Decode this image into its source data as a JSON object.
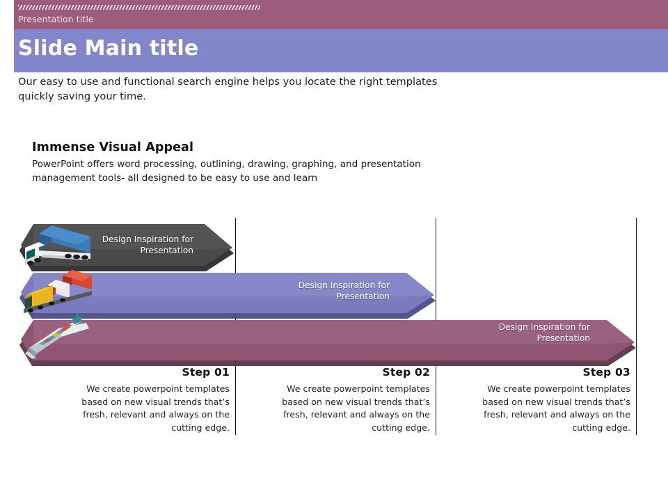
{
  "header": {
    "presentation_title": "Presentation title",
    "main_title": "Slide Main title",
    "bar_color": "#9d5c79",
    "title_bar_color": "#8286ca"
  },
  "intro": {
    "text": "Our easy to use and functional search engine helps you locate the right templates quickly saving your time."
  },
  "section": {
    "title": "Immense Visual Appeal",
    "description": "PowerPoint offers word processing, outlining, drawing, graphing, and presentation management tools- all designed to be easy to use and learn"
  },
  "arrows": [
    {
      "label": "Design Inspiration for Presentation",
      "label_line1": "Design Inspiration for",
      "label_line2": "Presentation",
      "color": "#4a4a4a",
      "shadow_color": "#2a2a2a",
      "vehicle": "truck-icon"
    },
    {
      "label": "Design Inspiration for Presentation",
      "label_line1": "Design Inspiration for",
      "label_line2": "Presentation",
      "color": "#7b7cc0",
      "shadow_color": "#4c4d86",
      "vehicle": "train-icon"
    },
    {
      "label": "Design Inspiration for Presentation",
      "label_line1": "Design Inspiration for",
      "label_line2": "Presentation",
      "color": "#8f5572",
      "shadow_color": "#5f3449",
      "vehicle": "ship-icon"
    }
  ],
  "steps": [
    {
      "title": "Step 01",
      "description": "We create powerpoint templates based on new visual trends that’s fresh, relevant and always on the cutting edge."
    },
    {
      "title": "Step 02",
      "description": "We create powerpoint templates based on new visual trends that’s fresh, relevant and always on the cutting edge."
    },
    {
      "title": "Step 03",
      "description": "We create powerpoint templates based on new visual trends that’s fresh, relevant and always on the cutting edge."
    }
  ]
}
